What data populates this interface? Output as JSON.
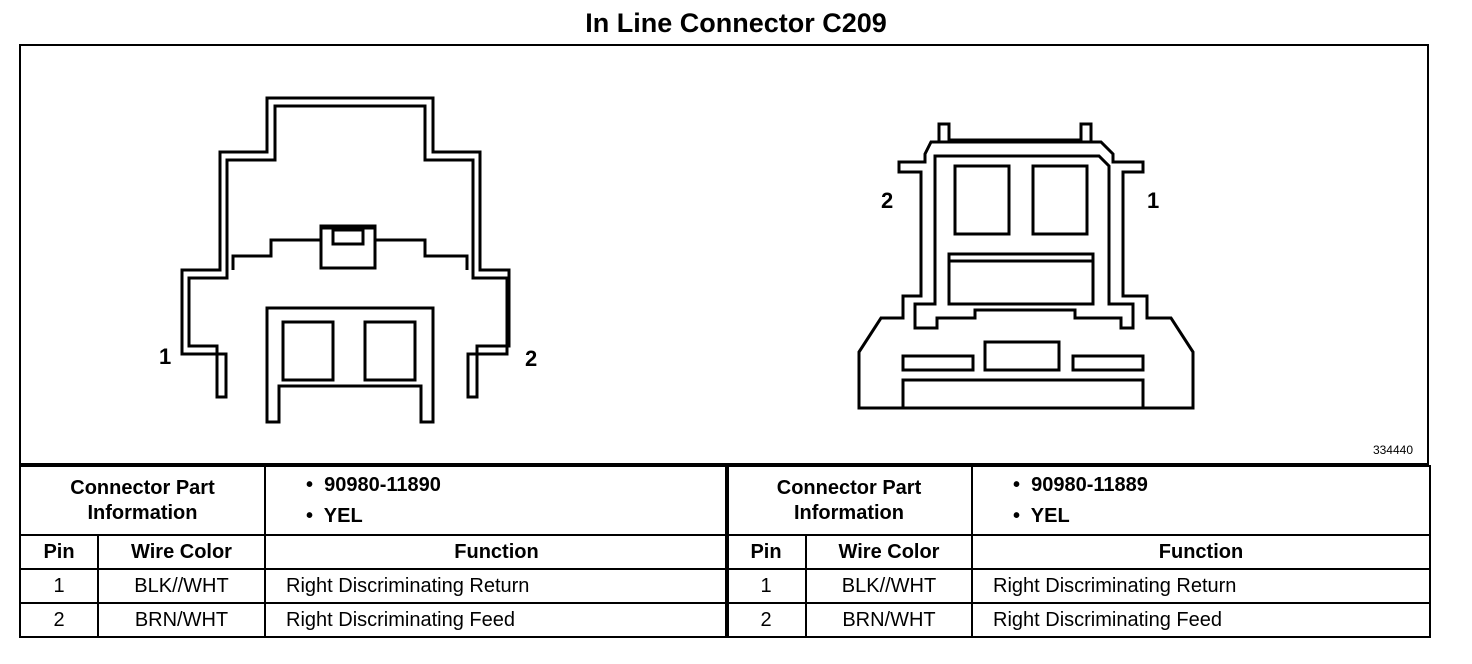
{
  "title": "In Line Connector C209",
  "reference_number": "334440",
  "left_view": {
    "pin_labels": [
      "1",
      "2"
    ]
  },
  "right_view": {
    "pin_labels": [
      "2",
      "1"
    ]
  },
  "tables": [
    {
      "info_header_line1": "Connector Part",
      "info_header_line2": "Information",
      "part_info": [
        "90980-11890",
        "YEL"
      ],
      "col_pin": "Pin",
      "col_wire": "Wire Color",
      "col_function": "Function",
      "rows": [
        {
          "pin": "1",
          "wire": "BLK//WHT",
          "function": "Right Discriminating Return"
        },
        {
          "pin": "2",
          "wire": "BRN/WHT",
          "function": "Right Discriminating Feed"
        }
      ]
    },
    {
      "info_header_line1": "Connector Part",
      "info_header_line2": "Information",
      "part_info": [
        "90980-11889",
        "YEL"
      ],
      "col_pin": "Pin",
      "col_wire": "Wire Color",
      "col_function": "Function",
      "rows": [
        {
          "pin": "1",
          "wire": "BLK//WHT",
          "function": "Right Discriminating Return"
        },
        {
          "pin": "2",
          "wire": "BRN/WHT",
          "function": "Right Discriminating Feed"
        }
      ]
    }
  ]
}
